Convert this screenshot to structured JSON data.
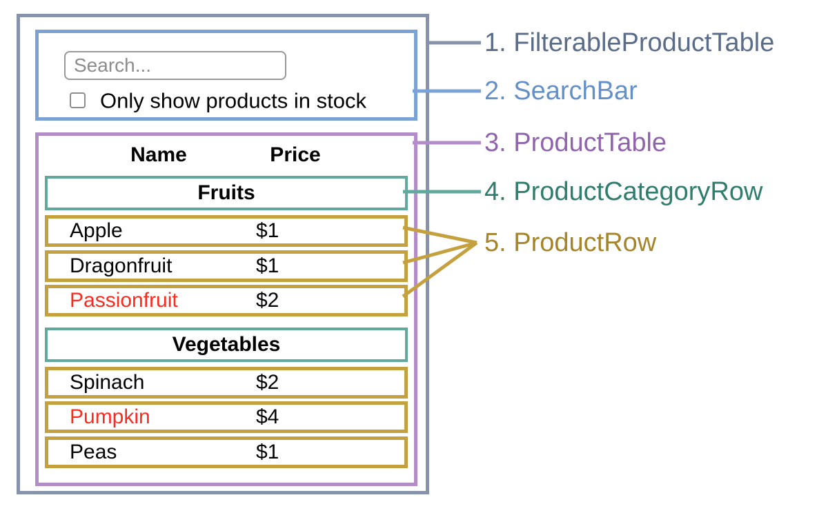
{
  "colors": {
    "filterable_product_table_border": "#8693aa",
    "filterable_product_table_label": "#5a6c88",
    "search_bar_border": "#7ba2d5",
    "search_bar_label": "#6390c6",
    "product_table_border": "#b28dc7",
    "product_table_label": "#8f64ac",
    "product_category_row_border": "#62a99d",
    "product_category_row_label": "#2f7d6c",
    "product_row_border": "#c4a03f",
    "product_row_label": "#a5852c",
    "out_of_stock_text": "#f92c1e",
    "normal_text": "#000000"
  },
  "search_bar": {
    "search_placeholder": "Search...",
    "checkbox_label": "Only show products in stock",
    "checkbox_checked": false
  },
  "product_table": {
    "headers": {
      "name": "Name",
      "price": "Price"
    },
    "sections": [
      {
        "category": "Fruits",
        "rows": [
          {
            "name": "Apple",
            "price": "$1",
            "red": false
          },
          {
            "name": "Dragonfruit",
            "price": "$1",
            "red": false
          },
          {
            "name": "Passionfruit",
            "price": "$2",
            "red": true
          }
        ]
      },
      {
        "category": "Vegetables",
        "rows": [
          {
            "name": "Spinach",
            "price": "$2",
            "red": false
          },
          {
            "name": "Pumpkin",
            "price": "$4",
            "red": true
          },
          {
            "name": "Peas",
            "price": "$1",
            "red": false
          }
        ]
      }
    ]
  },
  "legend": [
    {
      "label": "1. FilterableProductTable",
      "color": "#5a6c88"
    },
    {
      "label": "2. SearchBar",
      "color": "#6390c6"
    },
    {
      "label": "3. ProductTable",
      "color": "#8f64ac"
    },
    {
      "label": "4. ProductCategoryRow",
      "color": "#2f7d6c"
    },
    {
      "label": "5. ProductRow",
      "color": "#a5852c"
    }
  ]
}
